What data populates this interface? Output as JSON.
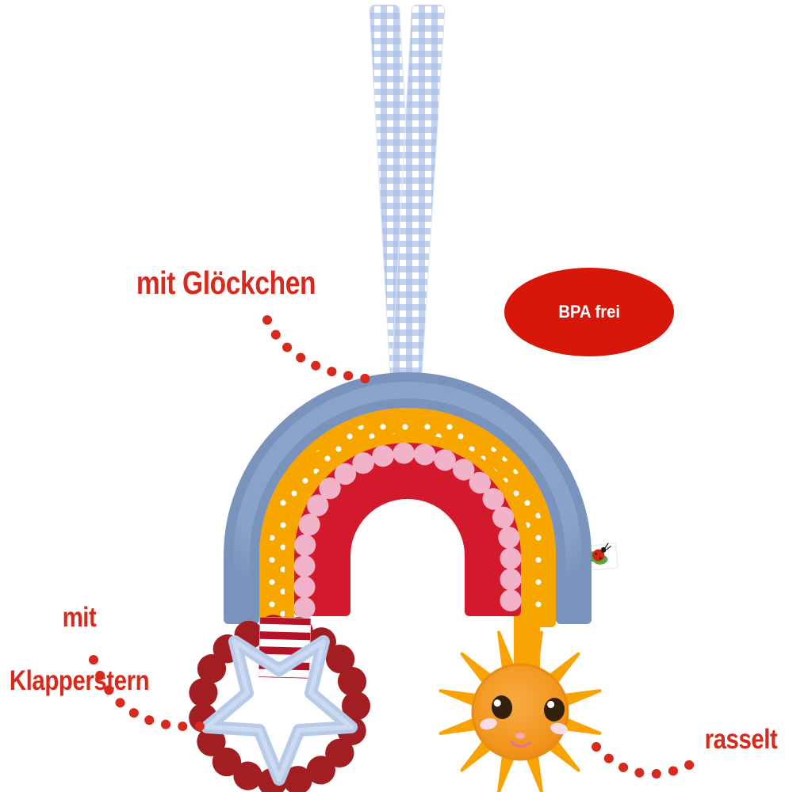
{
  "labels": {
    "bell": "mit Glöckchen",
    "star_line1": "mit",
    "star_line2": "Klapperstern",
    "rattle": "rasselt"
  },
  "badge": {
    "text": "BPA frei"
  },
  "icons": {
    "ladybug": "ladybug-on-clover-tag"
  },
  "colors": {
    "label-red": "#d8291d",
    "dot-red": "#d8291d",
    "badge-red": "#d8170b",
    "badge-text": "#ffffff",
    "gingham-blue": "#a9c0e8",
    "plush-blue": "#8AA2C8",
    "plush-blue-edge": "#7a93bd",
    "arc-orange": "#f7a600",
    "arc-red": "#d31a2c",
    "pompom-pink": "#f2b3ca",
    "stripe-red": "#b5122a",
    "star-blue": "#b7cbe8",
    "star-blue-light": "#cfddf2",
    "bead-red": "#a31e22",
    "sun-orange": "#f2971f",
    "ray-orange": "#f8a303"
  }
}
